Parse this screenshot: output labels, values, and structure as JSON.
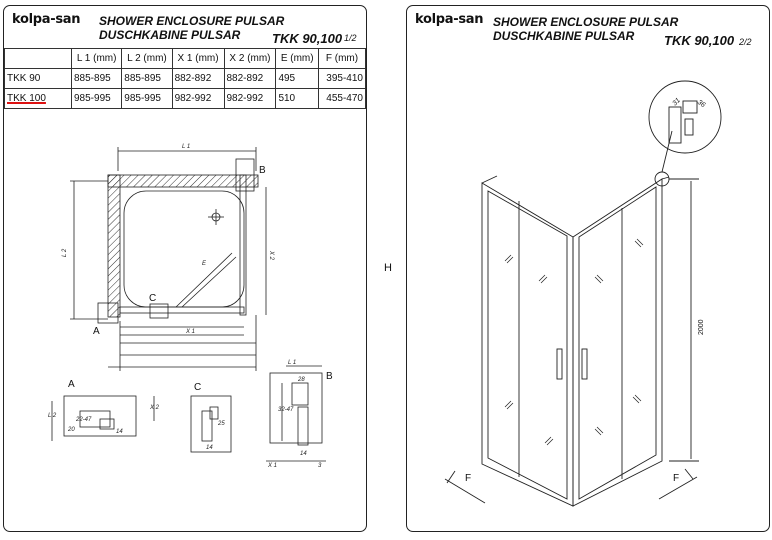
{
  "sheet1": {
    "logo": "kolpa-san",
    "title_line1": "SHOWER ENCLOSURE PULSAR",
    "title_line2": "DUSCHKABINE  PULSAR",
    "model": "TKK 90,100",
    "page": "1/2",
    "table": {
      "headers": [
        "",
        "L 1  (mm)",
        "L 2  (mm)",
        "X 1  (mm)",
        "X 2  (mm)",
        "E (mm)",
        "F (mm)"
      ],
      "rows": [
        [
          "TKK 90",
          "885-895",
          "885-895",
          "882-892",
          "882-892",
          "495",
          "395-410"
        ],
        [
          "TKK 100",
          "985-995",
          "985-995",
          "982-992",
          "982-992",
          "510",
          "455-470"
        ]
      ]
    },
    "plan": {
      "label_L1": "L 1",
      "label_L2": "L 2",
      "label_X1": "X 1",
      "label_X2": "X 2",
      "label_E": "E",
      "label_A": "A",
      "label_B": "B",
      "label_C": "C"
    },
    "details": {
      "A": {
        "label": "A",
        "dim_range": "22-47",
        "dim_L2": "L 2",
        "dim_X2": "X 2",
        "dim_20": "20",
        "dim_14": "14"
      },
      "C": {
        "label": "C",
        "dim_25": "25",
        "dim_14": "14"
      },
      "B": {
        "label": "B",
        "dim_L1": "L 1",
        "dim_28": "28",
        "dim_range": "32-47",
        "dim_14": "14",
        "dim_X1": "X 1",
        "dim_3": "3"
      }
    }
  },
  "middle_mark": "H",
  "sheet2": {
    "logo": "kolpa-san",
    "title_line1": "SHOWER ENCLOSURE PULSAR",
    "title_line2": "DUSCHKABINE  PULSAR",
    "model": "TKK 90,100",
    "page": "2/2",
    "height_label": "2000",
    "label_F_left": "F",
    "label_F_right": "F",
    "detail_31": "31",
    "detail_36": "36"
  },
  "colors": {
    "line": "#222222",
    "highlight": "#d11111"
  }
}
